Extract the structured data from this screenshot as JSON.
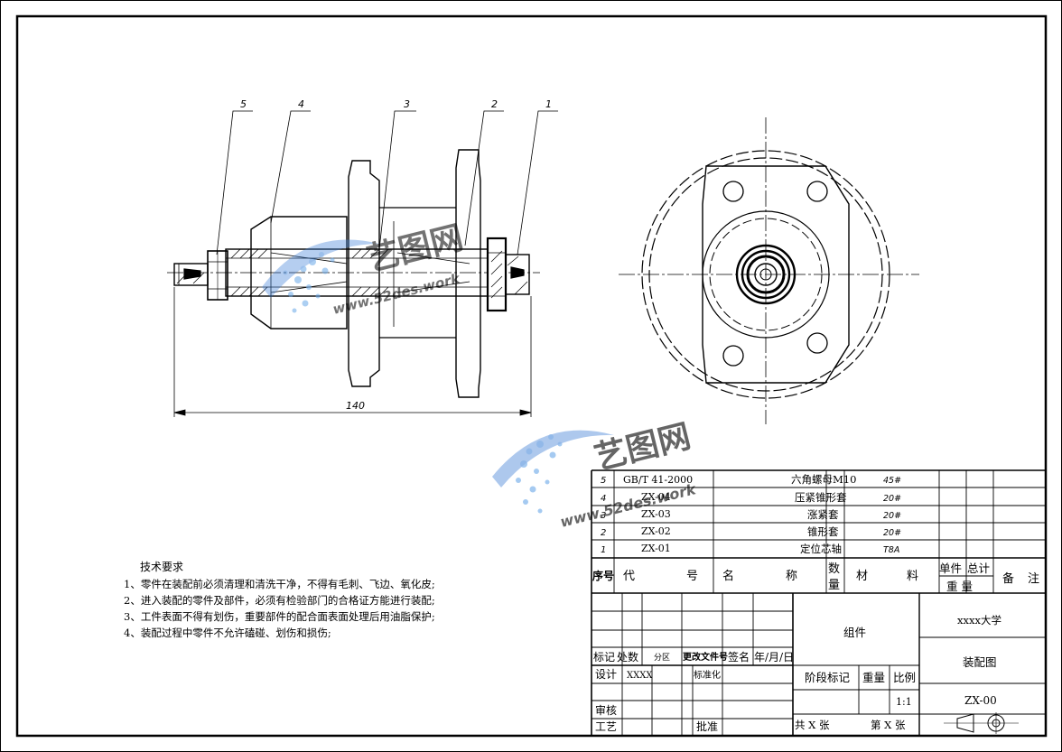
{
  "drawing": {
    "leaders": [
      "5",
      "4",
      "3",
      "2",
      "1"
    ],
    "dimension": "140"
  },
  "tech": {
    "title": "技术要求",
    "lines": [
      "1、零件在装配前必须清理和清洗干净，不得有毛刺、飞边、氧化皮;",
      "2、进入装配的零件及部件，必须有检验部门的合格证方能进行装配;",
      "3、工件表面不得有划伤，重要部件的配合面表面处理后用油脂保护;",
      "4、装配过程中零件不允许磕碰、划伤和损伤;"
    ]
  },
  "bom": {
    "rows": [
      {
        "no": "5",
        "code": "GB/T 41-2000",
        "name": "六角螺母M10",
        "material": "45#"
      },
      {
        "no": "4",
        "code": "ZX-04",
        "name": "压紧锥形套",
        "material": "20#"
      },
      {
        "no": "3",
        "code": "ZX-03",
        "name": "涨紧套",
        "material": "20#"
      },
      {
        "no": "2",
        "code": "ZX-02",
        "name": "锥形套",
        "material": "20#"
      },
      {
        "no": "1",
        "code": "ZX-01",
        "name": "定位芯轴",
        "material": "T8A"
      }
    ],
    "header": {
      "no": "序号",
      "code_a": "代",
      "code_b": "号",
      "name_a": "名",
      "name_b": "称",
      "qty_a": "数",
      "qty_b": "量",
      "mat_a": "材",
      "mat_b": "料",
      "unit": "单件",
      "total": "总计",
      "weight": "重 量",
      "remark_a": "备",
      "remark_b": "注"
    }
  },
  "title_block": {
    "mark": "标记",
    "count": "处数",
    "zone": "分区",
    "docno": "更改文件号",
    "sign": "签名",
    "date": "年/月/日",
    "design": "设计",
    "designer": "XXXX",
    "standard": "标准化",
    "review": "审核",
    "process": "工艺",
    "approve": "批准",
    "component": "组件",
    "stage": "阶段标记",
    "weight": "重量",
    "scale_label": "比例",
    "scale": "1:1",
    "total_sheets": "共 X 张",
    "sheet_no": "第 X 张",
    "university": "xxxx大学",
    "drawing_name": "装配图",
    "drawing_no": "ZX-00"
  },
  "watermark": {
    "brand": "艺图网",
    "url": "www.52des.work"
  }
}
